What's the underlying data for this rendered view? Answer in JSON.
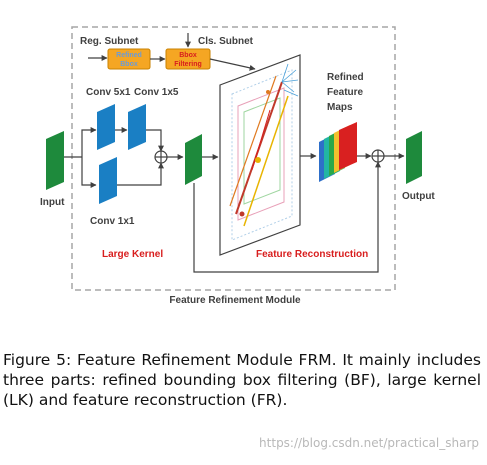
{
  "diagram": {
    "labels": {
      "reg_subnet": "Reg. Subnet",
      "cls_subnet": "Cls. Subnet",
      "refined_bbox": [
        "Refined",
        "Bbox"
      ],
      "bbox_filtering": [
        "Bbox",
        "Filtering"
      ],
      "conv_5x1": "Conv 5x1",
      "conv_1x5": "Conv 1x5",
      "conv_1x1": "Conv 1x1",
      "input": "Input",
      "output": "Output",
      "refined_feature_maps": [
        "Refined",
        "Feature",
        "Maps"
      ],
      "large_kernel": "Large Kernel",
      "feature_reconstruction": "Feature Reconstruction",
      "module_title": "Feature Refinement Module"
    },
    "colors": {
      "feature_green": "#1e8a3c",
      "conv_blue": "#1a7fc4",
      "accent_red": "#d81e1e",
      "box_orange": "#f5a623",
      "box_text_blue": "#6a9bd8",
      "stack": [
        "#2e6fc9",
        "#22b5a4",
        "#2aa84a",
        "#f2c12e",
        "#d92020"
      ]
    }
  },
  "caption": "Figure 5: Feature Refinement Module FRM. It mainly includes three parts: refined bounding box filtering (BF), large kernel (LK) and feature reconstruction (FR).",
  "watermark": "https://blog.csdn.net/practical_sharp"
}
